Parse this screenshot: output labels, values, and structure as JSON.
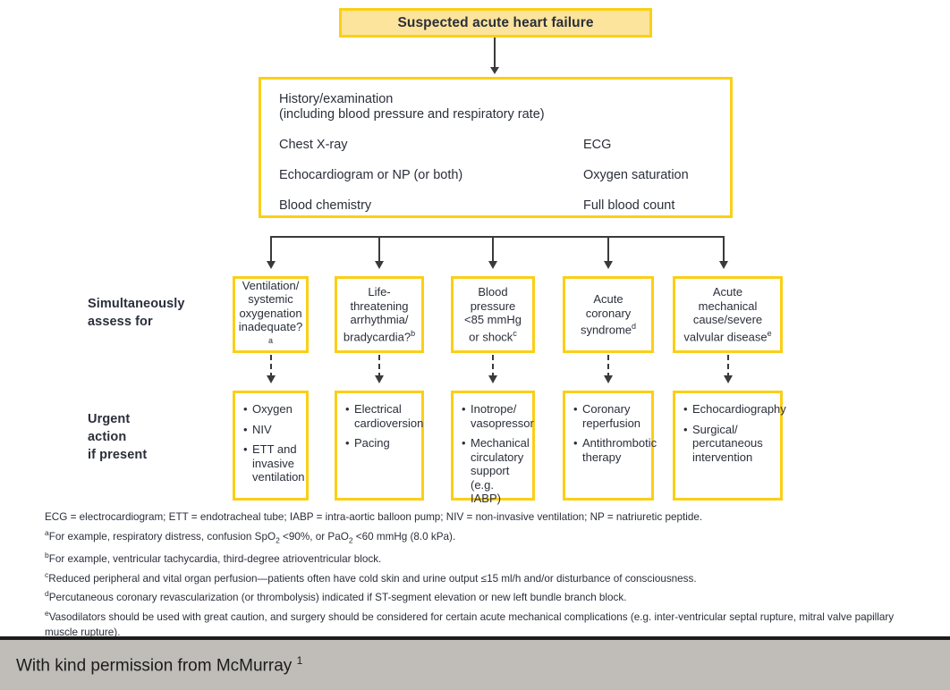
{
  "title_box": {
    "label": "Suspected acute heart failure"
  },
  "workup_box": {
    "heading": "History/examination",
    "subheading": "(including blood pressure and respiratory rate)",
    "left_items": [
      "Chest X-ray",
      "Echocardiogram or NP (or both)",
      "Blood chemistry"
    ],
    "right_items": [
      "ECG",
      "Oxygen saturation",
      "Full blood count"
    ]
  },
  "row_labels": {
    "assess": "Simultaneously\nassess for",
    "assess_line1": "Simultaneously",
    "assess_line2": "assess for",
    "urgent_line1": "Urgent",
    "urgent_line2": "action",
    "urgent_line3": "if present"
  },
  "assess_boxes": [
    {
      "lines": [
        "Ventilation/",
        "systemic",
        "oxygenation",
        "inadequate?"
      ],
      "footnote_marker": "a"
    },
    {
      "lines": [
        "Life-threatening",
        "arrhythmia/",
        "bradycardia?"
      ],
      "footnote_marker": "b"
    },
    {
      "lines": [
        "Blood pressure",
        "<85 mmHg",
        "or shock"
      ],
      "footnote_marker": "c"
    },
    {
      "lines": [
        "Acute",
        "coronary",
        "syndrome"
      ],
      "footnote_marker": "d"
    },
    {
      "lines": [
        "Acute",
        "mechanical",
        "cause/severe",
        "valvular disease"
      ],
      "footnote_marker": "e"
    }
  ],
  "action_boxes": [
    {
      "items": [
        "Oxygen",
        "NIV",
        "ETT and invasive ventilation"
      ]
    },
    {
      "items": [
        "Electrical cardioversion",
        "Pacing"
      ]
    },
    {
      "items": [
        "Inotrope/ vasopressor",
        "Mechanical circulatory support (e.g. IABP)"
      ]
    },
    {
      "items": [
        "Coronary reperfusion",
        "Antithrombotic therapy"
      ]
    },
    {
      "items": [
        "Echocardiography",
        "Surgical/ percutaneous intervention"
      ]
    }
  ],
  "footnotes": {
    "abbreviations": "ECG = electrocardiogram; ETT = endotracheal tube; IABP = intra-aortic balloon pump; NIV = non-invasive ventilation; NP = natriuretic peptide.",
    "a": "For example, respiratory distress, confusion SpO2 <90%, or PaO2 <60 mmHg (8.0 kPa).",
    "a_html": "For example, respiratory distress, confusion SpO",
    "b": "For example, ventricular tachycardia, third-degree atrioventricular block.",
    "c": "Reduced peripheral and vital organ perfusion—patients often have cold skin and urine output ≤15 ml/h and/or disturbance of consciousness.",
    "d": "Percutaneous coronary revascularization (or thrombolysis) indicated if ST-segment elevation or new left bundle branch block.",
    "e": "Vasodilators should be used with great caution, and surgery should be considered for certain acute mechanical complications (e.g. inter-ventricular septal rupture, mitral valve papillary muscle rupture)."
  },
  "caption": {
    "text": "With kind permission from McMurray",
    "reference": "1"
  },
  "colors": {
    "box_border": "#fbcf15",
    "box_fill": "#fce49c",
    "text": "#2b2f3a",
    "caption_bar": "#c0bdb8",
    "connector": "#3a3a3a"
  }
}
